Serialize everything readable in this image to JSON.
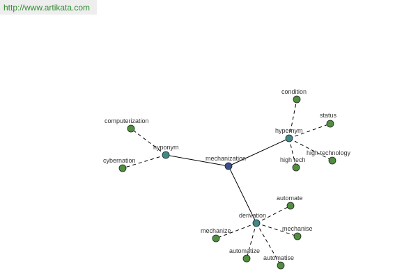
{
  "header": {
    "url": "http://www.artikata.com"
  },
  "colors": {
    "center": "#3a4f8c",
    "relation": "#3f8a86",
    "leaf": "#4f8f3f"
  },
  "graph": {
    "center": "mechanization",
    "relations": [
      {
        "label": "hyponym",
        "words": [
          "computerization",
          "cybernation"
        ]
      },
      {
        "label": "hypernym",
        "words": [
          "condition",
          "status",
          "high technology",
          "high tech"
        ]
      },
      {
        "label": "derivation",
        "words": [
          "automate",
          "mechanise",
          "automatise",
          "automatize",
          "mechanize"
        ]
      }
    ]
  }
}
